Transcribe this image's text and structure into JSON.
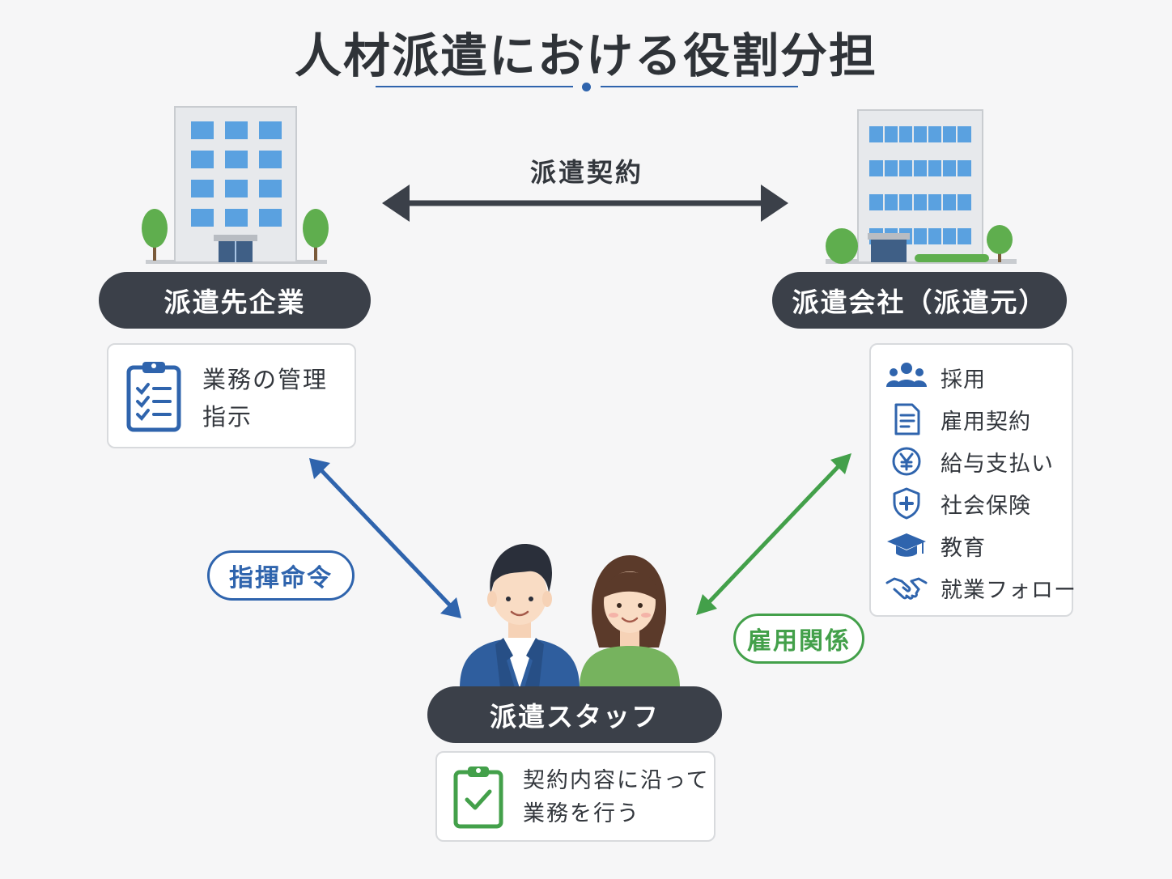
{
  "title": "人材派遣における役割分担",
  "contract": {
    "label": "派遣契約"
  },
  "client": {
    "name": "派遣先企業",
    "role_lines": [
      "業務の管理",
      "指示"
    ],
    "icon": "clipboard-checklist-icon"
  },
  "agency": {
    "name": "派遣会社（派遣元）",
    "roles": [
      {
        "label": "採用",
        "icon": "people-group-icon"
      },
      {
        "label": "雇用契約",
        "icon": "document-icon"
      },
      {
        "label": "給与支払い",
        "icon": "yen-coin-icon"
      },
      {
        "label": "社会保険",
        "icon": "shield-plus-icon"
      },
      {
        "label": "教育",
        "icon": "graduation-cap-icon"
      },
      {
        "label": "就業フォロー",
        "icon": "handshake-icon"
      }
    ]
  },
  "staff": {
    "name": "派遣スタッフ",
    "role_lines": [
      "契約内容に沿って",
      "業務を行う"
    ],
    "icon": "clipboard-check-icon"
  },
  "relations": {
    "command": "指揮命令",
    "employment": "雇用関係"
  },
  "colors": {
    "dark": "#3b4049",
    "blue": "#2f64ad",
    "green": "#43a04a",
    "background": "#f6f6f7"
  }
}
